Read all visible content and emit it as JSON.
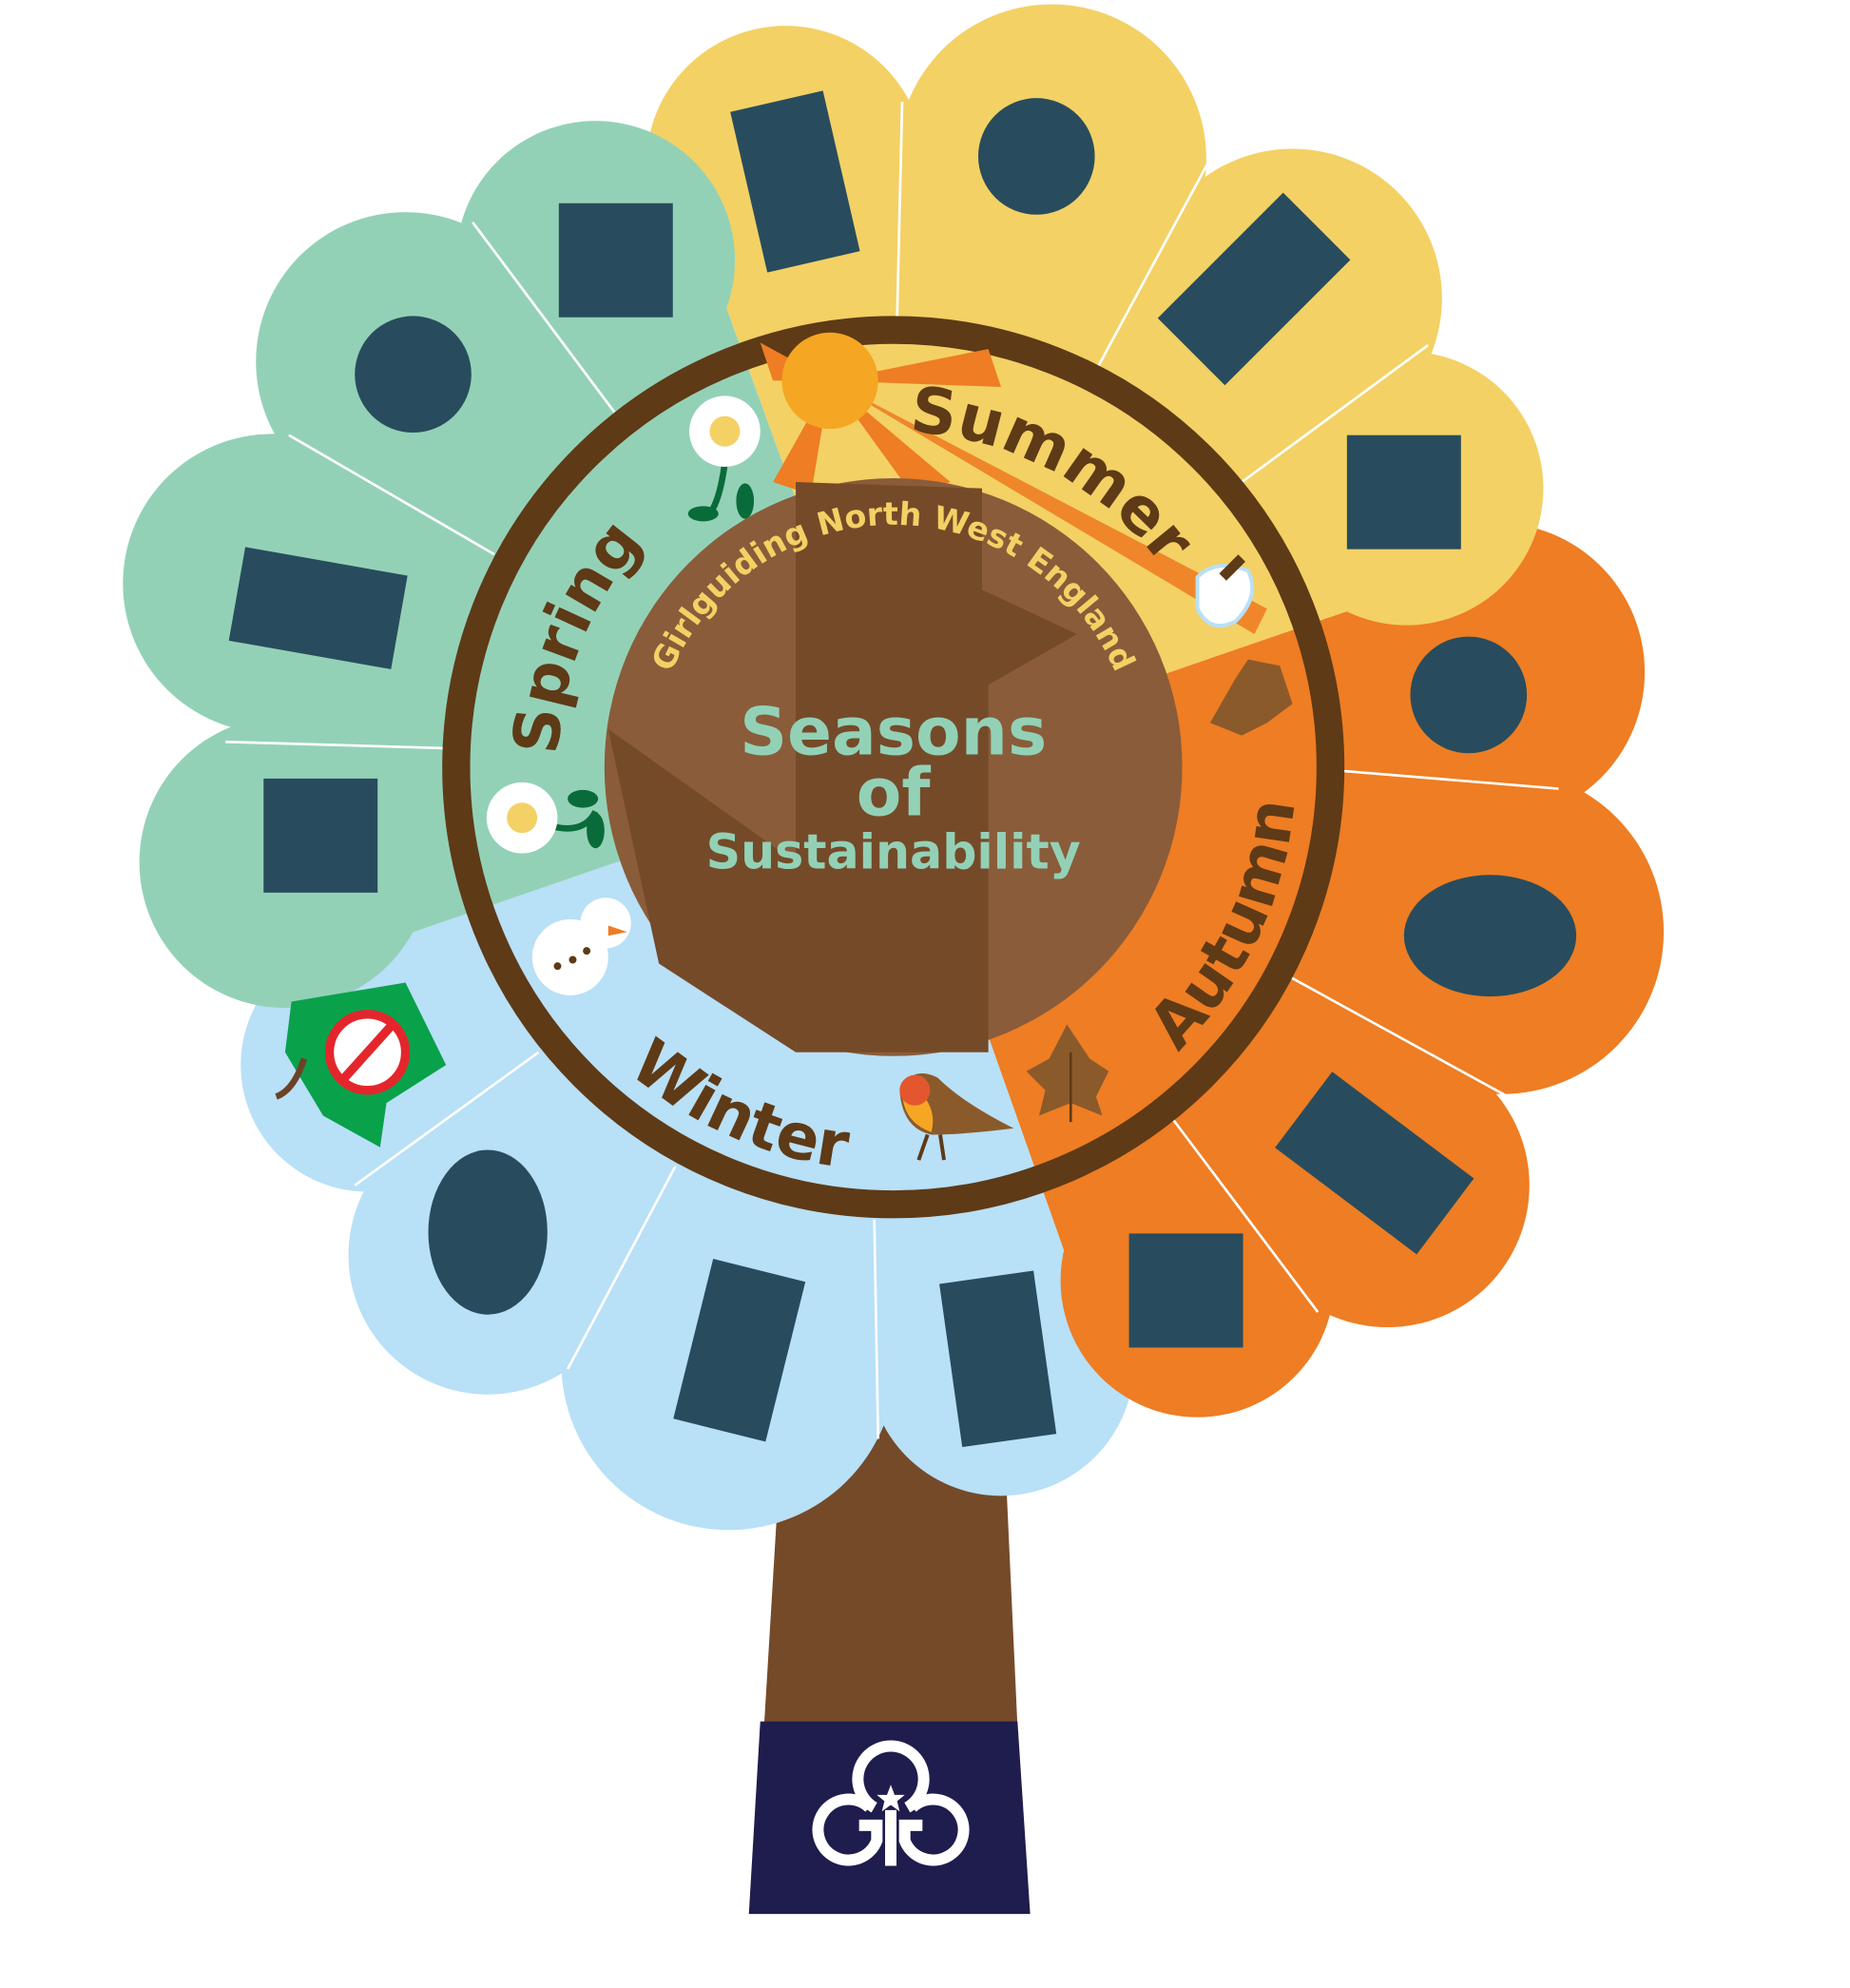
{
  "organization": "Girlguiding North West England",
  "title": {
    "line1": "Seasons",
    "line2": "of",
    "line3": "Sustainability"
  },
  "seasons": {
    "spring": "Spring",
    "summer": "Summer",
    "autumn": "Autumn",
    "winter": "Winter"
  },
  "logo": {
    "text": "GG"
  },
  "colors": {
    "spring": "#93D1B7",
    "summer": "#F3D165",
    "autumn": "#EE7D23",
    "winter": "#B8E0F7",
    "ring": "#5E3A16",
    "trunk": "#754A29",
    "base": "#1F1C4E",
    "placeholder": "#284C5D"
  }
}
